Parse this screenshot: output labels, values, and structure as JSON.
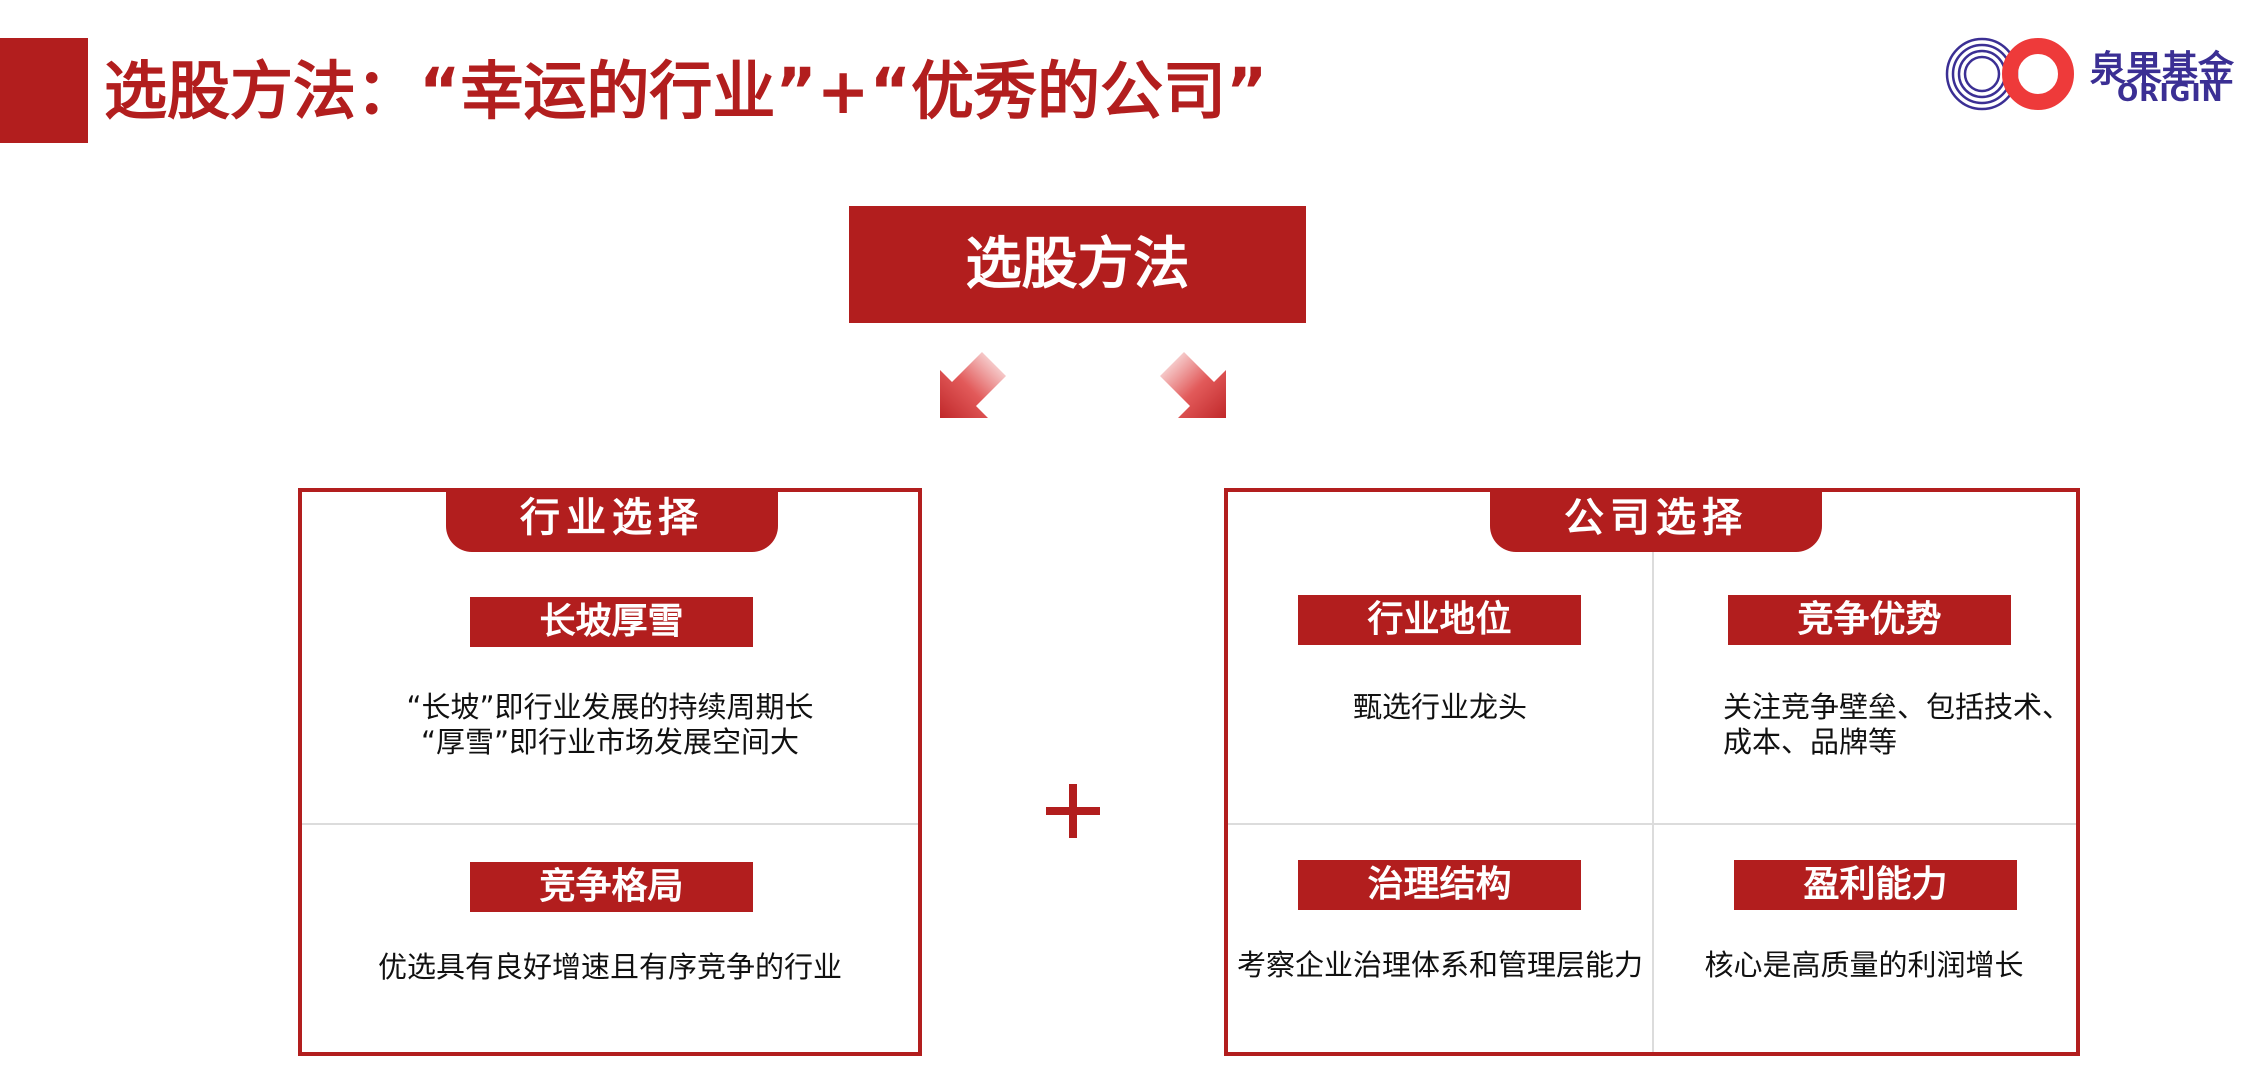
{
  "header": {
    "title": "选股方法：“幸运的行业”+“优秀的公司”",
    "logo_cn": "泉果基金",
    "logo_en": "ORIGIN"
  },
  "method_box": {
    "label": "选股方法"
  },
  "industry_panel": {
    "tab": "行业选择",
    "cells": [
      {
        "label": "长坡厚雪",
        "lines": [
          "“长坡”即行业发展的持续周期长",
          "“厚雪”即行业市场发展空间大"
        ]
      },
      {
        "label": "竞争格局",
        "lines": [
          "优选具有良好增速且有序竞争的行业"
        ]
      }
    ]
  },
  "company_panel": {
    "tab": "公司选择",
    "cells": [
      {
        "label": "行业地位",
        "lines": [
          "甄选行业龙头"
        ]
      },
      {
        "label": "竞争优势",
        "lines": [
          "关注竞争壁垒、包括技术、",
          "成本、品牌等"
        ]
      },
      {
        "label": "治理结构",
        "lines": [
          "考察企业治理体系和管理层能力"
        ]
      },
      {
        "label": "盈利能力",
        "lines": [
          "核心是高质量的利润增长"
        ]
      }
    ]
  },
  "colors": {
    "brand_red": "#b21e1e",
    "logo_blue": "#3b2f94",
    "logo_red": "#ee3a3a"
  },
  "icons": [
    "logo-rings-icon",
    "arrow-down-left-icon",
    "arrow-down-right-icon",
    "plus-icon"
  ]
}
